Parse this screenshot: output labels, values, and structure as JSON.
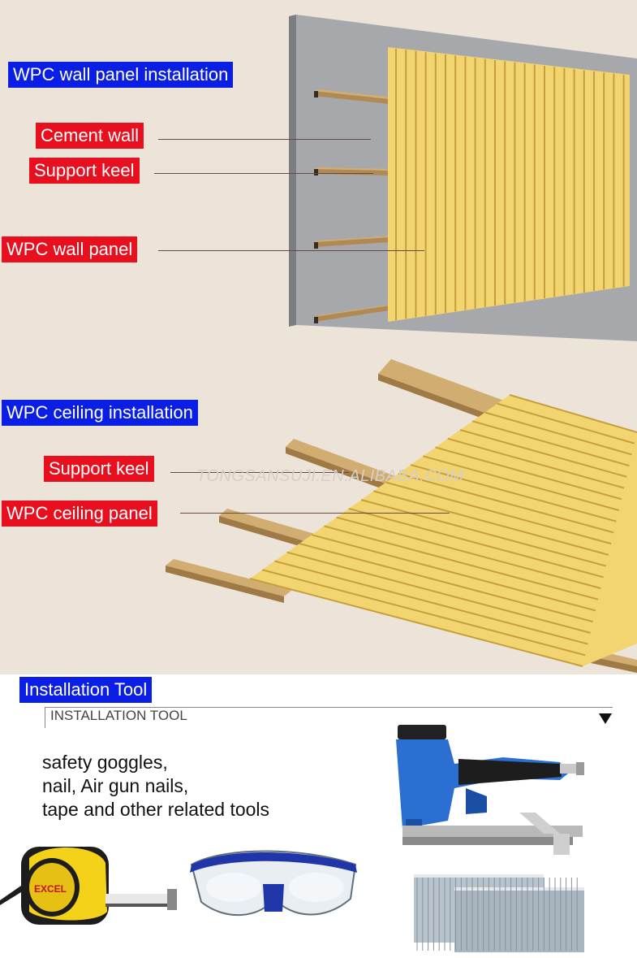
{
  "wall": {
    "title": "WPC wall panel installation",
    "labels": {
      "cement_wall": "Cement wall",
      "support_keel": "Support keel",
      "wall_panel": "WPC wall panel"
    }
  },
  "ceiling": {
    "title": "WPC ceiling installation",
    "labels": {
      "support_keel": "Support keel",
      "ceiling_panel": "WPC ceiling panel"
    },
    "watermark": "TONGSANSUJI.EN.ALIBABA.COM"
  },
  "tools": {
    "title": "Installation Tool",
    "subtitle": "INSTALLATION TOOL",
    "list": [
      "safety goggles,",
      "nail, Air gun nails,",
      "tape and other related tools"
    ],
    "tape_brand": "EXCEL"
  },
  "colors": {
    "blue_tag": "#0a1ee6",
    "red_tag": "#e8101e",
    "panel": "#f2d470",
    "keel": "#b08a52",
    "wall": "#a9a9ad"
  }
}
